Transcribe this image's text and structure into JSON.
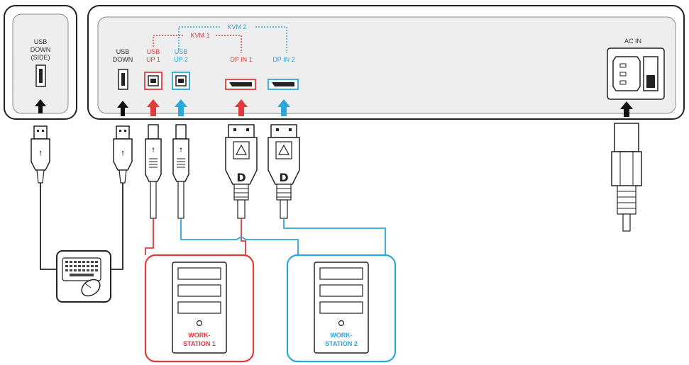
{
  "labels": {
    "usb_down_side": [
      "USB",
      "DOWN",
      "(SIDE)"
    ],
    "usb_down": [
      "USB",
      "DOWN"
    ],
    "usb_up1": [
      "USB",
      "UP 1"
    ],
    "usb_up2": [
      "USB",
      "UP 2"
    ],
    "dp_in1": "DP IN 1",
    "dp_in2": "DP IN 2",
    "kvm1": "KVM 1",
    "kvm2": "KVM 2",
    "ac_in": "AC IN",
    "ws1": [
      "WORK-",
      "STATION 1"
    ],
    "ws2": [
      "WORK-",
      "STATION 2"
    ]
  },
  "colors": {
    "red": "#e03a3a",
    "blue": "#2aa8d8",
    "outline": "#222222",
    "panel_fill": "#eeeeee"
  },
  "icons": [
    "usb-a-plug-icon",
    "usb-b-plug-icon",
    "displayport-plug-icon",
    "power-plug-icon",
    "keyboard-icon",
    "mouse-icon",
    "computer-tower-icon",
    "power-switch-icon"
  ]
}
